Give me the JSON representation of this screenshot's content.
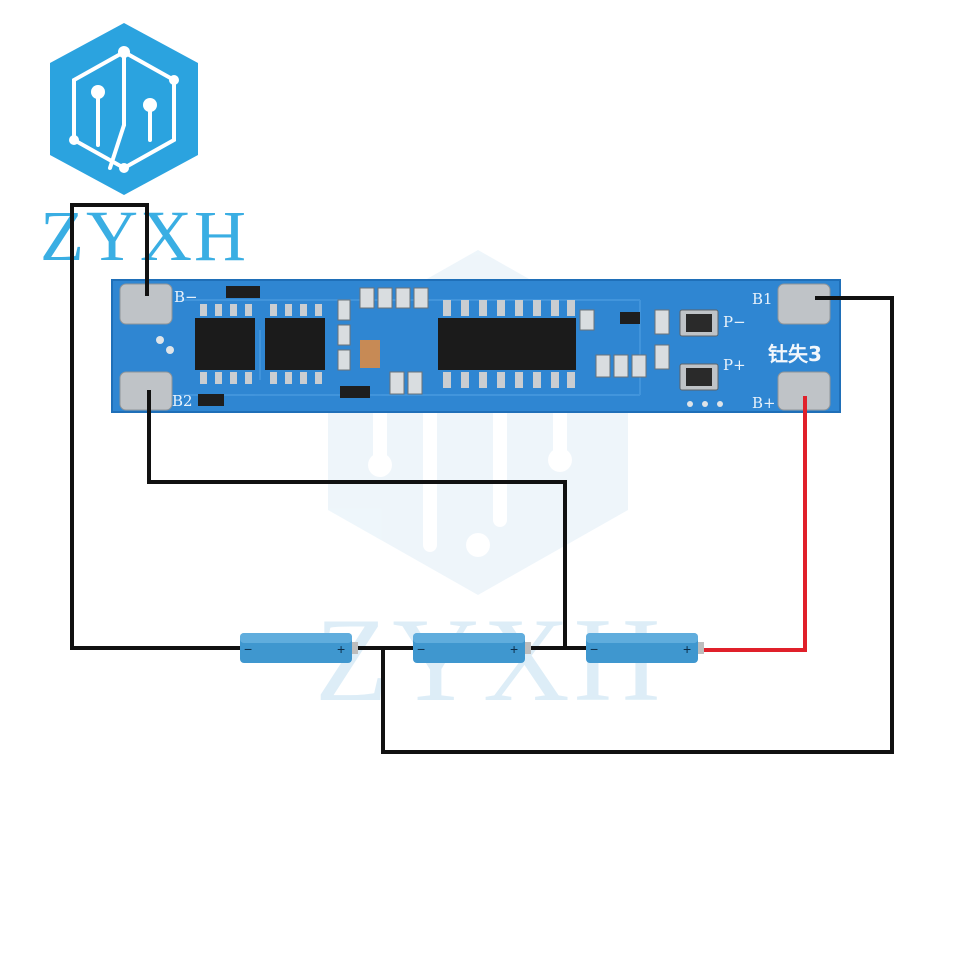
{
  "brand": {
    "name": "ZYXH",
    "watermark": "ZYXH",
    "primary_color": "#2ba3df",
    "logo_icon": "circuit-hexagon-icon"
  },
  "board": {
    "color": "#2f86d2",
    "labels": {
      "b_minus": "B−",
      "b2": "B2",
      "b1": "B1",
      "p_minus": "P−",
      "p_plus": "P+",
      "b_plus": "B+",
      "model": "钍失3"
    }
  },
  "batteries": [
    {
      "minus": "−",
      "plus": "+"
    },
    {
      "minus": "−",
      "plus": "+"
    },
    {
      "minus": "−",
      "plus": "+"
    }
  ],
  "wire_colors": {
    "black": "#111111",
    "red": "#e0202a"
  }
}
